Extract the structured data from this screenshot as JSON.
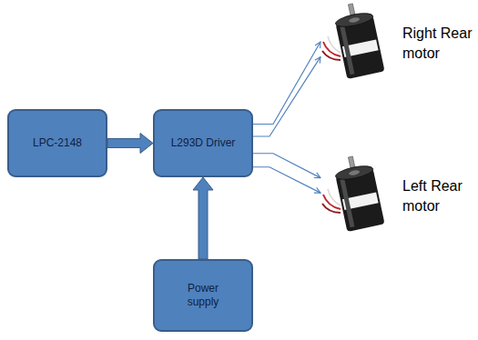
{
  "diagram": {
    "nodes": [
      {
        "text": [
          "LPC-2148"
        ]
      },
      {
        "text": [
          "L293D Driver"
        ]
      },
      {
        "text": [
          "Right Rear motor"
        ]
      },
      {
        "text": [
          "Left Rear motor"
        ]
      },
      {
        "text": [
          "Power supply"
        ]
      }
    ],
    "edges": [
      {
        "from": 0,
        "to": 1,
        "arrow": "to"
      },
      {
        "from": 4,
        "to": 1,
        "arrow": "to"
      },
      {
        "from": 1,
        "to": 2,
        "arrow": "to"
      },
      {
        "from": 1,
        "to": 2,
        "arrow": "to"
      },
      {
        "from": 1,
        "to": 3,
        "arrow": "to"
      },
      {
        "from": 1,
        "to": 3,
        "arrow": "to"
      }
    ]
  }
}
